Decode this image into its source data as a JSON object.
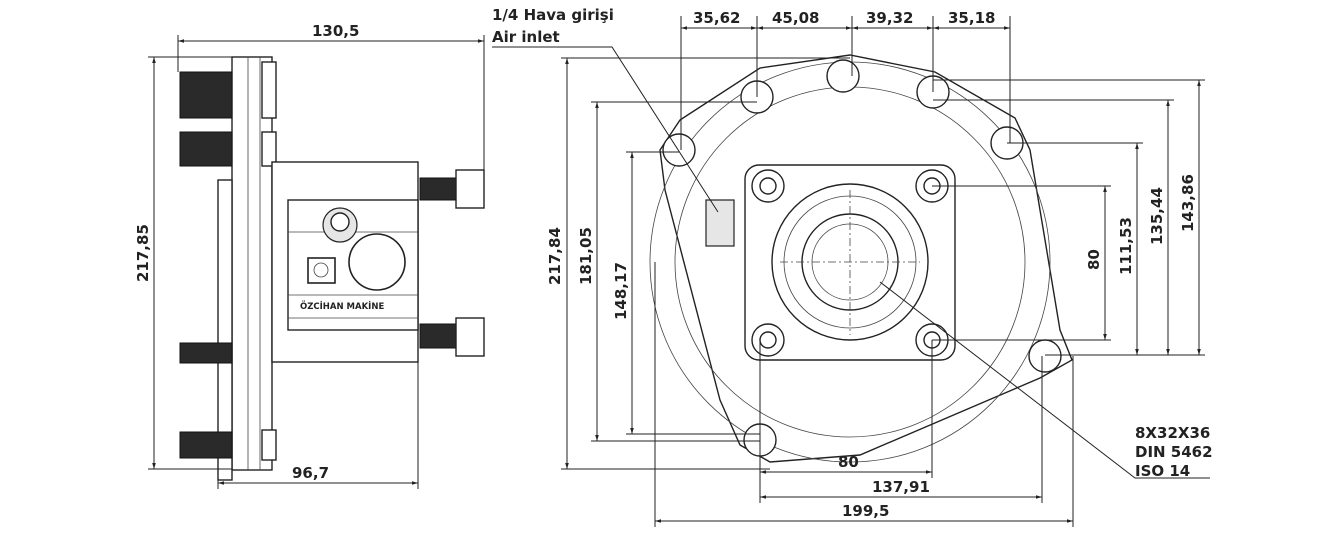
{
  "side_view": {
    "dim_width_top": "130,5",
    "dim_height": "217,85",
    "dim_width_bottom": "96,7",
    "brand_label": "ÖZCİHAN MAKİNE"
  },
  "front_view": {
    "air_inlet_tr": "1/4 Hava girişi",
    "air_inlet_en": "Air inlet",
    "top_dims": [
      "35,62",
      "45,08",
      "39,32",
      "35,18"
    ],
    "left_dims": [
      "217,84",
      "181,05",
      "148,17"
    ],
    "right_dims": [
      "80",
      "111,53",
      "135,44",
      "143,86"
    ],
    "bottom_dims": [
      "80",
      "137,91",
      "199,5"
    ],
    "spline_spec": [
      "8X32X36",
      "DIN 5462",
      "ISO 14"
    ]
  }
}
